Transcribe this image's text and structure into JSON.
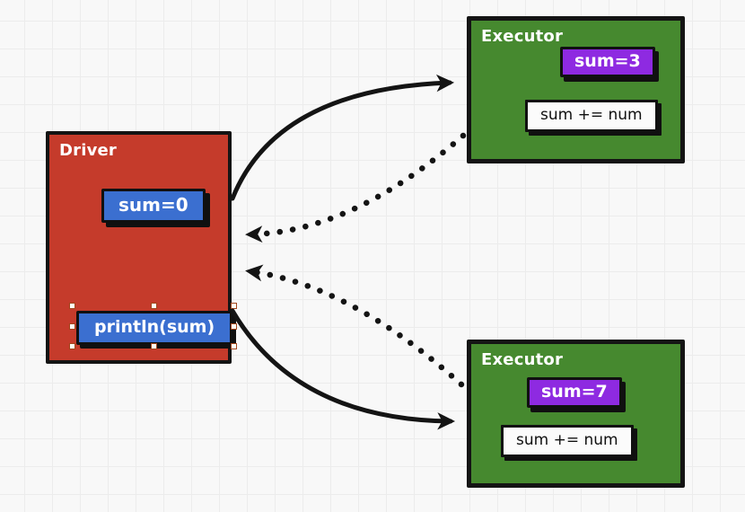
{
  "app": {
    "kind": "hand-drawn-diagram",
    "topic": "Spark driver and executors"
  },
  "colors": {
    "background": "#f8f8f8",
    "grid_line": "#ececec",
    "driver_fill": "#c53b2b",
    "executor_fill": "#46892f",
    "variable_badge_blue": "#3b6fd0",
    "sum_badge_purple": "#8e2ae1",
    "code_box_fill": "#fbfbfb",
    "stroke_black": "#141414",
    "selection_handle_border": "#a1451c"
  },
  "driver": {
    "title": "Driver",
    "sum_badge": {
      "label": "sum=0",
      "fill": "#3b6fd0"
    },
    "println_badge": {
      "label": "println(sum)",
      "fill": "#3b6fd0",
      "selected": true
    }
  },
  "executors": [
    {
      "title": "Executor",
      "sum_badge": {
        "label": "sum=3",
        "fill": "#8e2ae1"
      },
      "code_box": {
        "label": "sum += num"
      }
    },
    {
      "title": "Executor",
      "sum_badge": {
        "label": "sum=7",
        "fill": "#8e2ae1"
      },
      "code_box": {
        "label": "sum += num"
      }
    }
  ],
  "arrows": [
    {
      "name": "driver-to-top-executor",
      "style": "solid",
      "direction": "driver → executor (top)"
    },
    {
      "name": "top-executor-to-driver",
      "style": "dotted",
      "direction": "executor (top) → driver"
    },
    {
      "name": "bottom-executor-to-driver",
      "style": "dotted",
      "direction": "executor (bottom) → driver"
    },
    {
      "name": "driver-to-bottom-executor",
      "style": "solid",
      "direction": "driver → executor (bottom)"
    }
  ]
}
